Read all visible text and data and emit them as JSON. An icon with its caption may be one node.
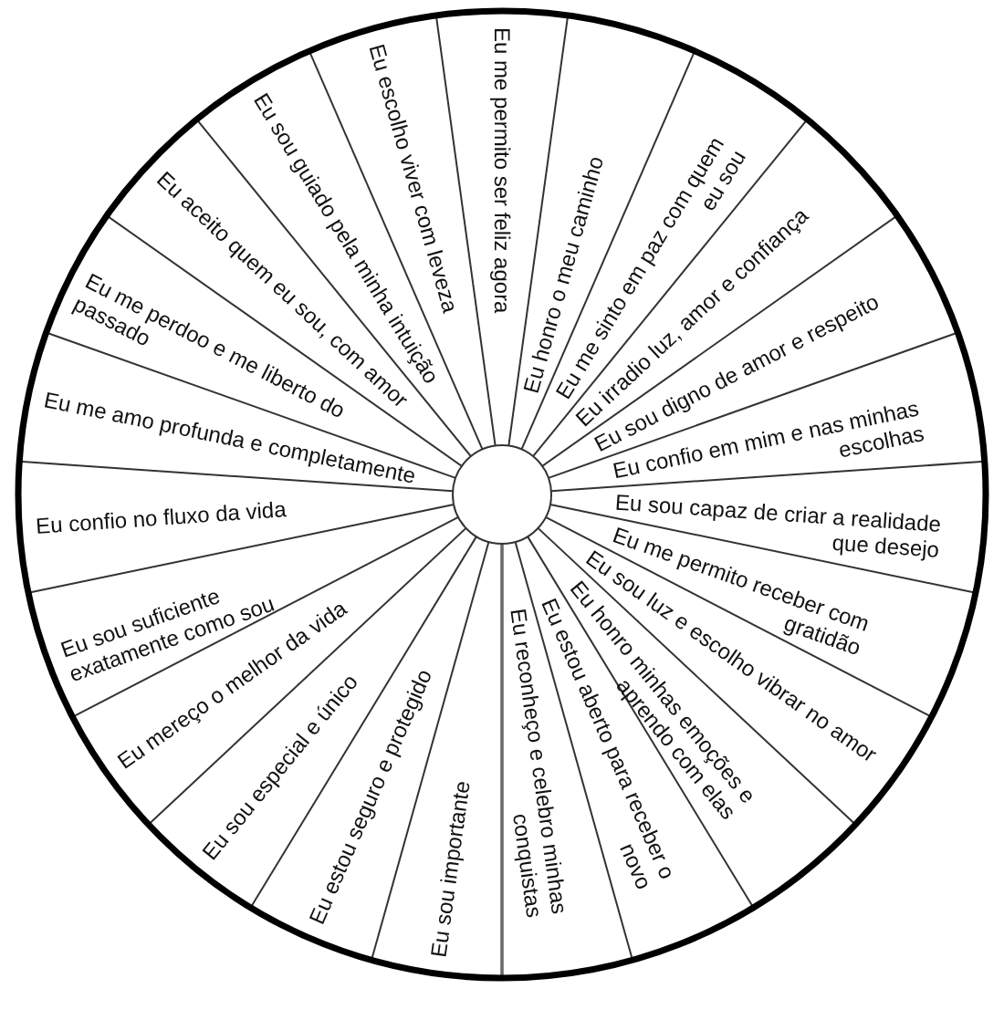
{
  "diagram": {
    "nodes": [
      {
        "text": [
          "Eu me permito ser feliz agora"
        ]
      },
      {
        "text": [
          "Eu honro o meu caminho"
        ]
      },
      {
        "text": [
          "Eu me sinto em paz com quem eu sou"
        ]
      },
      {
        "text": [
          "Eu irradio luz, amor e confiança"
        ]
      },
      {
        "text": [
          "Eu sou digno de amor e respeito"
        ]
      },
      {
        "text": [
          "Eu confio em mim e nas minhas escolhas"
        ]
      },
      {
        "text": [
          "Eu sou capaz de criar a realidade que desejo"
        ]
      },
      {
        "text": [
          "Eu me permito receber com gratidão"
        ]
      },
      {
        "text": [
          "Eu sou luz e escolho vibrar no amor"
        ]
      },
      {
        "text": [
          "Eu honro minhas emoções e aprendo com elas"
        ]
      },
      {
        "text": [
          "Eu estou aberto para receber o novo"
        ]
      },
      {
        "text": [
          "Eu reconheço e celebro minhas conquistas"
        ]
      },
      {
        "text": [
          "Eu sou importante"
        ]
      },
      {
        "text": [
          "Eu estou seguro e protegido"
        ]
      },
      {
        "text": [
          "Eu sou especial e único"
        ]
      },
      {
        "text": [
          "Eu mereço o melhor da vida"
        ]
      },
      {
        "text": [
          "Eu sou suficiente exatamente como sou"
        ]
      },
      {
        "text": [
          "Eu confio no fluxo da vida"
        ]
      },
      {
        "text": [
          "Eu me amo profunda e completamente"
        ]
      },
      {
        "text": [
          "Eu me perdoo e me liberto do passado"
        ]
      },
      {
        "text": [
          "Eu aceito quem eu sou, com amor"
        ]
      },
      {
        "text": [
          "Eu sou guiado pela minha intuição"
        ]
      },
      {
        "text": [
          "Eu escolho viver com leveza"
        ]
      }
    ]
  }
}
